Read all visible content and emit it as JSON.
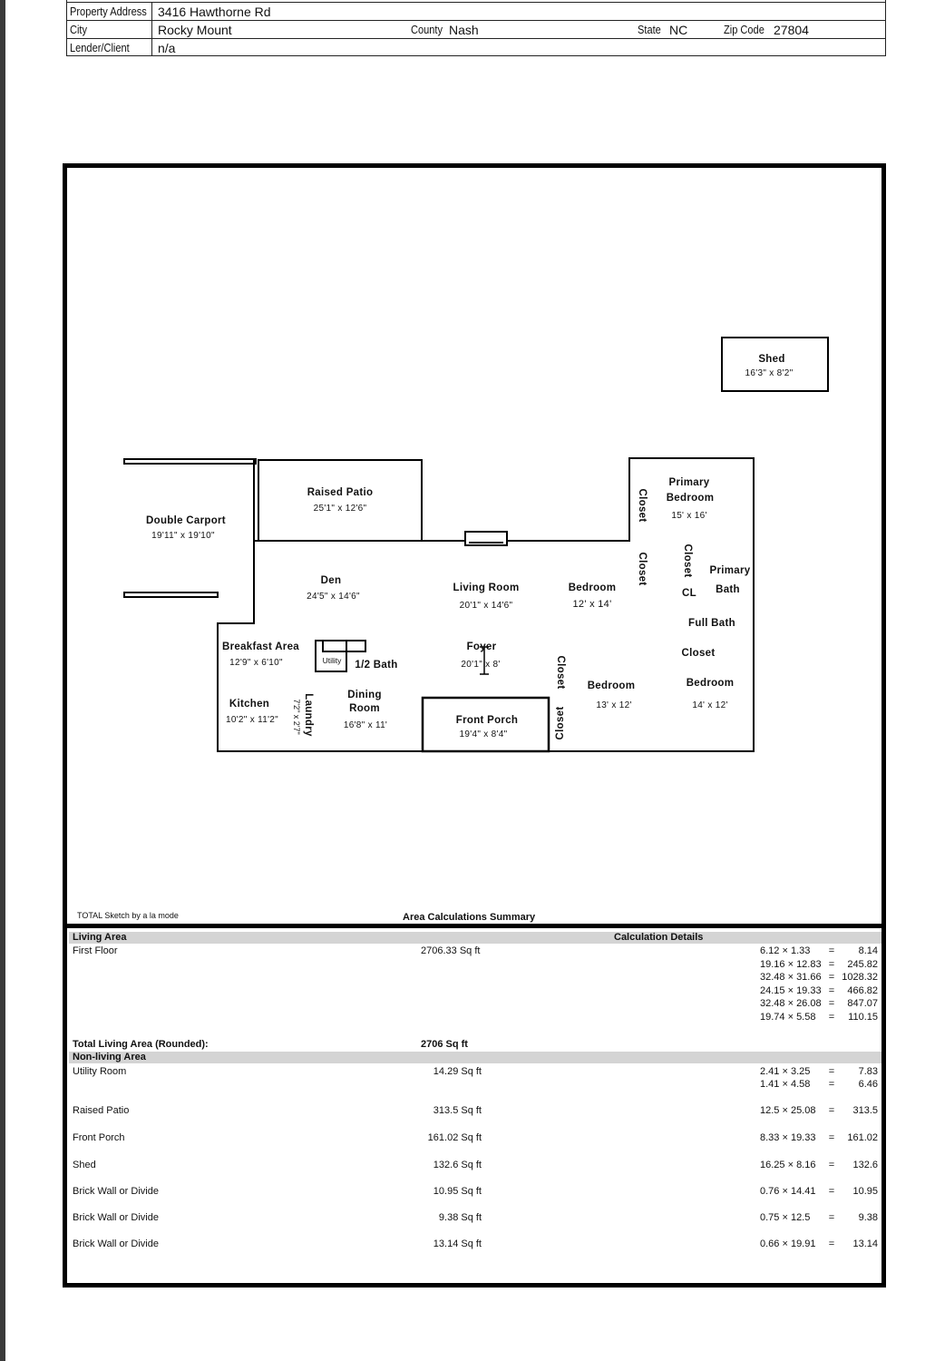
{
  "header": {
    "property_address_label": "Property Address",
    "property_address": "3416 Hawthorne Rd",
    "city_label": "City",
    "city": "Rocky Mount",
    "county_label": "County",
    "county": "Nash",
    "state_label": "State",
    "state": "NC",
    "zip_label": "Zip Code",
    "zip": "27804",
    "lender_label": "Lender/Client",
    "lender": "n/a"
  },
  "rooms": {
    "shed": {
      "label": "Shed",
      "dim": "16'3\" x 8'2\""
    },
    "raised_patio": {
      "label": "Raised Patio",
      "dim": "25'1\" x 12'6\""
    },
    "double_carport": {
      "label": "Double Carport",
      "dim": "19'11\" x 19'10\""
    },
    "primary_bedroom": {
      "label1": "Primary",
      "label2": "Bedroom",
      "dim": "15' x 16'"
    },
    "closet_a": "Closet",
    "closet_b": "Closet",
    "closet_c": "Closet",
    "closet_d": "Closet",
    "closet_e": "Closet",
    "closet_f": "Closet",
    "primary_bath": {
      "label1": "Primary",
      "label2": "Bath"
    },
    "cl": "CL",
    "full_bath": "Full Bath",
    "den": {
      "label": "Den",
      "dim": "24'5\" x 14'6\""
    },
    "living_room": {
      "label": "Living Room",
      "dim": "20'1\" x 14'6\""
    },
    "bedroom_1": {
      "label": "Bedroom",
      "dim": "12' x 14'"
    },
    "bedroom_2": {
      "label": "Bedroom",
      "dim": "13' x 12'"
    },
    "bedroom_3": {
      "label": "Bedroom",
      "dim": "14' x 12'"
    },
    "breakfast": {
      "label": "Breakfast Area",
      "dim": "12'9\" x 6'10\""
    },
    "utility": "Utility",
    "half_bath": "1/2 Bath",
    "foyer": {
      "label": "Foyer",
      "dim": "20'1\" x 8'"
    },
    "kitchen": {
      "label": "Kitchen",
      "dim": "10'2\" x 11'2\""
    },
    "laundry": {
      "label": "Laundry",
      "dim": "7'2\" x 2'7\""
    },
    "dining": {
      "label1": "Dining",
      "label2": "Room",
      "dim": "16'8\" x 11'"
    },
    "front_porch": {
      "label": "Front Porch",
      "dim": "19'4\" x 8'4\""
    }
  },
  "sketch_credit": "TOTAL Sketch by a la mode",
  "summary": {
    "title": "Area Calculations Summary",
    "living_area_heading": "Living Area",
    "calc_details_heading": "Calculation Details",
    "first_floor_label": "First Floor",
    "first_floor_area": "2706.33 Sq ft",
    "first_floor_calcs": [
      {
        "expr": "6.12 × 1.33",
        "eq": "=",
        "val": "8.14"
      },
      {
        "expr": "19.16 × 12.83",
        "eq": "=",
        "val": "245.82"
      },
      {
        "expr": "32.48 × 31.66",
        "eq": "=",
        "val": "1028.32"
      },
      {
        "expr": "24.15 × 19.33",
        "eq": "=",
        "val": "466.82"
      },
      {
        "expr": "32.48 × 26.08",
        "eq": "=",
        "val": "847.07"
      },
      {
        "expr": "19.74 × 5.58",
        "eq": "=",
        "val": "110.15"
      }
    ],
    "total_label": "Total Living Area (Rounded):",
    "total_value": "2706 Sq ft",
    "non_living_heading": "Non-living Area",
    "non_living": [
      {
        "name": "Utility Room",
        "area": "14.29 Sq ft",
        "calcs": [
          {
            "expr": "2.41 × 3.25",
            "eq": "=",
            "val": "7.83"
          },
          {
            "expr": "1.41 × 4.58",
            "eq": "=",
            "val": "6.46"
          }
        ]
      },
      {
        "name": "Raised Patio",
        "area": "313.5 Sq ft",
        "calcs": [
          {
            "expr": "12.5 × 25.08",
            "eq": "=",
            "val": "313.5"
          }
        ]
      },
      {
        "name": "Front Porch",
        "area": "161.02 Sq ft",
        "calcs": [
          {
            "expr": "8.33 × 19.33",
            "eq": "=",
            "val": "161.02"
          }
        ]
      },
      {
        "name": "Shed",
        "area": "132.6 Sq ft",
        "calcs": [
          {
            "expr": "16.25 × 8.16",
            "eq": "=",
            "val": "132.6"
          }
        ]
      },
      {
        "name": "Brick Wall or Divide",
        "area": "10.95 Sq ft",
        "calcs": [
          {
            "expr": "0.76 × 14.41",
            "eq": "=",
            "val": "10.95"
          }
        ]
      },
      {
        "name": "Brick Wall or Divide",
        "area": "9.38 Sq ft",
        "calcs": [
          {
            "expr": "0.75 × 12.5",
            "eq": "=",
            "val": "9.38"
          }
        ]
      },
      {
        "name": "Brick Wall or Divide",
        "area": "13.14 Sq ft",
        "calcs": [
          {
            "expr": "0.66 × 19.91",
            "eq": "=",
            "val": "13.14"
          }
        ]
      }
    ]
  }
}
